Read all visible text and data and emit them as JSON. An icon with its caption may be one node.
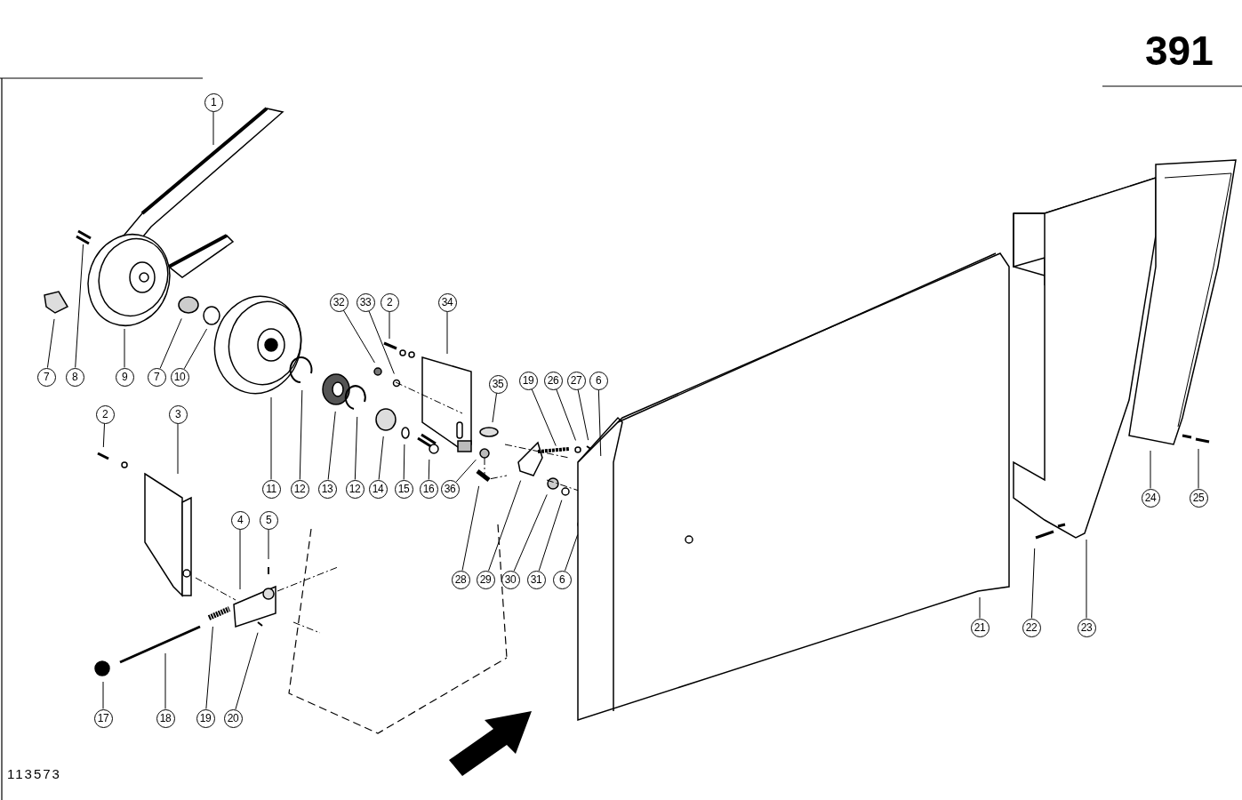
{
  "diagram": {
    "nodes": [
      {
        "text": [
          "1"
        ]
      },
      {
        "text": [
          "2"
        ]
      },
      {
        "text": [
          "32"
        ]
      },
      {
        "text": [
          "33"
        ]
      },
      {
        "text": [
          "34"
        ]
      },
      {
        "text": [
          "7"
        ]
      },
      {
        "text": [
          "8"
        ]
      },
      {
        "text": [
          "9"
        ]
      },
      {
        "text": [
          "7"
        ]
      },
      {
        "text": [
          "10"
        ]
      },
      {
        "text": [
          "19"
        ]
      },
      {
        "text": [
          "26"
        ]
      },
      {
        "text": [
          "27"
        ]
      },
      {
        "text": [
          "6"
        ]
      },
      {
        "text": [
          "35"
        ]
      },
      {
        "text": [
          "2"
        ]
      },
      {
        "text": [
          "3"
        ]
      },
      {
        "text": [
          "11"
        ]
      },
      {
        "text": [
          "12"
        ]
      },
      {
        "text": [
          "13"
        ]
      },
      {
        "text": [
          "12"
        ]
      },
      {
        "text": [
          "14"
        ]
      },
      {
        "text": [
          "15"
        ]
      },
      {
        "text": [
          "16"
        ]
      },
      {
        "text": [
          "36"
        ]
      },
      {
        "text": [
          "24"
        ]
      },
      {
        "text": [
          "25"
        ]
      },
      {
        "text": [
          "4"
        ]
      },
      {
        "text": [
          "5"
        ]
      },
      {
        "text": [
          "28"
        ]
      },
      {
        "text": [
          "29"
        ]
      },
      {
        "text": [
          "30"
        ]
      },
      {
        "text": [
          "31"
        ]
      },
      {
        "text": [
          "6"
        ]
      },
      {
        "text": [
          "21"
        ]
      },
      {
        "text": [
          "22"
        ]
      },
      {
        "text": [
          "23"
        ]
      },
      {
        "text": [
          "17"
        ]
      },
      {
        "text": [
          "18"
        ]
      },
      {
        "text": [
          "19"
        ]
      },
      {
        "text": [
          "20"
        ]
      }
    ],
    "edges": [
      {
        "from": 0,
        "to": null,
        "arrow": "none"
      },
      {
        "from": 1,
        "to": null,
        "arrow": "none"
      },
      {
        "from": 2,
        "to": null,
        "arrow": "none"
      },
      {
        "from": 3,
        "to": null,
        "arrow": "none"
      },
      {
        "from": 4,
        "to": null,
        "arrow": "none"
      },
      {
        "from": 5,
        "to": null,
        "arrow": "none"
      },
      {
        "from": 6,
        "to": null,
        "arrow": "none"
      },
      {
        "from": 7,
        "to": null,
        "arrow": "none"
      },
      {
        "from": 8,
        "to": null,
        "arrow": "none"
      },
      {
        "from": 9,
        "to": null,
        "arrow": "none"
      },
      {
        "from": 10,
        "to": null,
        "arrow": "none"
      },
      {
        "from": 11,
        "to": null,
        "arrow": "none"
      },
      {
        "from": 12,
        "to": null,
        "arrow": "none"
      },
      {
        "from": 13,
        "to": null,
        "arrow": "none"
      },
      {
        "from": 14,
        "to": null,
        "arrow": "none"
      },
      {
        "from": 15,
        "to": null,
        "arrow": "none"
      },
      {
        "from": 16,
        "to": null,
        "arrow": "none"
      },
      {
        "from": 17,
        "to": null,
        "arrow": "none"
      },
      {
        "from": 18,
        "to": null,
        "arrow": "none"
      },
      {
        "from": 19,
        "to": null,
        "arrow": "none"
      },
      {
        "from": 20,
        "to": null,
        "arrow": "none"
      },
      {
        "from": 21,
        "to": null,
        "arrow": "none"
      },
      {
        "from": 22,
        "to": null,
        "arrow": "none"
      },
      {
        "from": 23,
        "to": null,
        "arrow": "none"
      },
      {
        "from": 24,
        "to": null,
        "arrow": "none"
      },
      {
        "from": 25,
        "to": null,
        "arrow": "none"
      },
      {
        "from": 26,
        "to": null,
        "arrow": "none"
      },
      {
        "from": 27,
        "to": null,
        "arrow": "none"
      },
      {
        "from": 28,
        "to": null,
        "arrow": "none"
      },
      {
        "from": 29,
        "to": null,
        "arrow": "none"
      },
      {
        "from": 30,
        "to": null,
        "arrow": "none"
      },
      {
        "from": 31,
        "to": null,
        "arrow": "none"
      },
      {
        "from": 32,
        "to": null,
        "arrow": "none"
      },
      {
        "from": 33,
        "to": null,
        "arrow": "none"
      },
      {
        "from": 34,
        "to": null,
        "arrow": "none"
      },
      {
        "from": 35,
        "to": null,
        "arrow": "none"
      },
      {
        "from": 36,
        "to": null,
        "arrow": "none"
      },
      {
        "from": 37,
        "to": null,
        "arrow": "none"
      },
      {
        "from": 38,
        "to": null,
        "arrow": "none"
      },
      {
        "from": 39,
        "to": null,
        "arrow": "none"
      },
      {
        "from": 40,
        "to": null,
        "arrow": "none"
      }
    ],
    "labels": [
      "391",
      "113573"
    ]
  }
}
